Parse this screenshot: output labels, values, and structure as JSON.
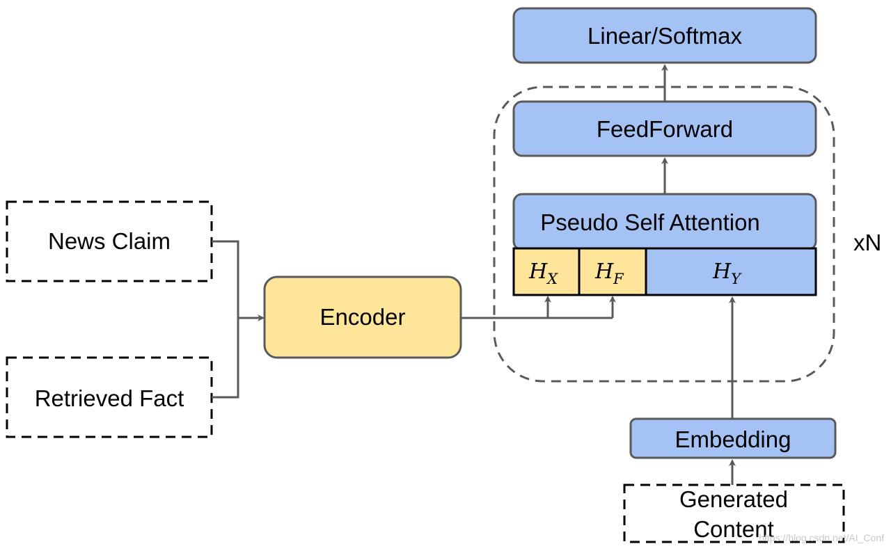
{
  "inputs": {
    "news_claim": "News Claim",
    "retrieved_fact": "Retrieved Fact",
    "generated_content_line1": "Generated",
    "generated_content_line2": "Content"
  },
  "blocks": {
    "encoder": "Encoder",
    "linear_softmax": "Linear/Softmax",
    "feedforward": "FeedForward",
    "pseudo_self_attention": "Pseudo Self Attention",
    "embedding": "Embedding",
    "repeat_label": "xN"
  },
  "hidden_states": {
    "hx": {
      "base": "H",
      "sub": "X"
    },
    "hf": {
      "base": "H",
      "sub": "F"
    },
    "hy": {
      "base": "H",
      "sub": "Y"
    }
  },
  "watermark": "https://blog.csdn.net/AI_Conf",
  "colors": {
    "blue_fill": "#a4c2f4",
    "yellow_fill": "#ffe599",
    "stroke": "#595959",
    "dark_stroke": "#000000"
  }
}
